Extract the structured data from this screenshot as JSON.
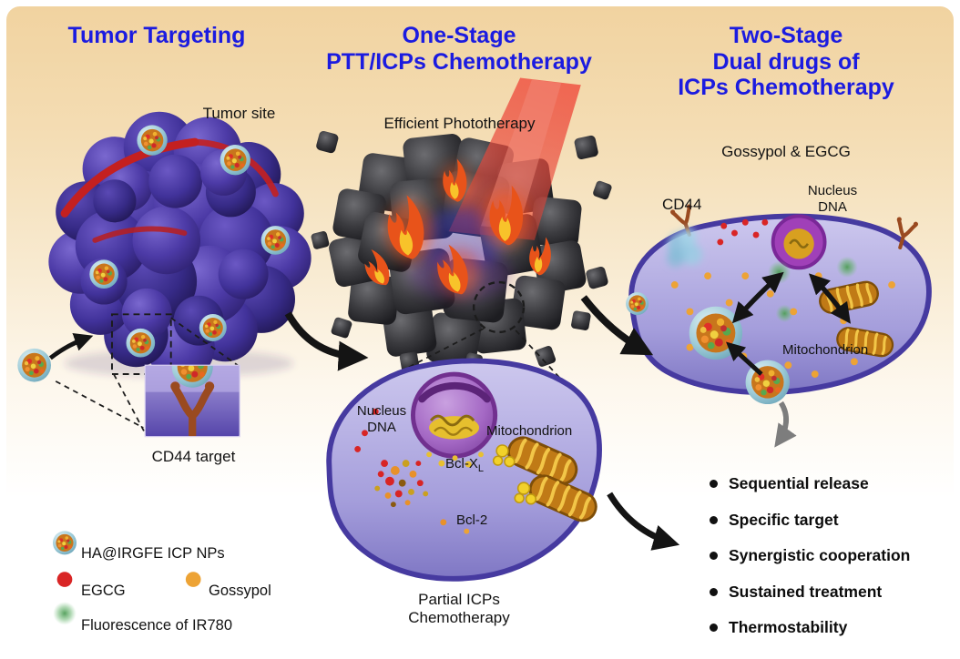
{
  "colors": {
    "title_blue": "#1b1be0",
    "text_black": "#121212",
    "egcg_red": "#d92525",
    "gossypol_orange": "#eda335",
    "fluorescence_green": "#5aa85f",
    "tumor_purple": "#43339e",
    "flame_orange": "#e8531a",
    "laser_red": "#e04038",
    "cell_purple": "#a49ddb",
    "background_top": "#f1d3a0"
  },
  "panels": {
    "left": {
      "title": "Tumor Targeting",
      "tumor_site_label": "Tumor site",
      "cd44_target_label": "CD44 target",
      "legend": {
        "np_label": "HA@IRGFE ICP NPs",
        "egcg_label": "EGCG",
        "gossypol_label": "Gossypol",
        "fluorescence_label": "Fluorescence of IR780"
      }
    },
    "middle": {
      "title": "One-Stage\nPTT/ICPs Chemotherapy",
      "phototherapy_label": "Efficient Phototherapy",
      "nucleus_label": "Nucleus\nDNA",
      "mitochondrion_label": "Mitochondrion",
      "bclx_main": "Bcl-X",
      "bclx_sub": "L",
      "bcl2_label": "Bcl-2",
      "bottom_label": "Partial ICPs\nChemotherapy"
    },
    "right": {
      "title": "Two-Stage\nDual drugs of\nICPs Chemotherapy",
      "drugs_label": "Gossypol & EGCG",
      "cd44_label": "CD44",
      "nucleus_label": "Nucleus\nDNA",
      "mitochondrion_label": "Mitochondrion",
      "bullets": [
        "Sequential release",
        "Specific target",
        "Synergistic cooperation",
        "Sustained treatment",
        "Thermostability"
      ]
    }
  }
}
